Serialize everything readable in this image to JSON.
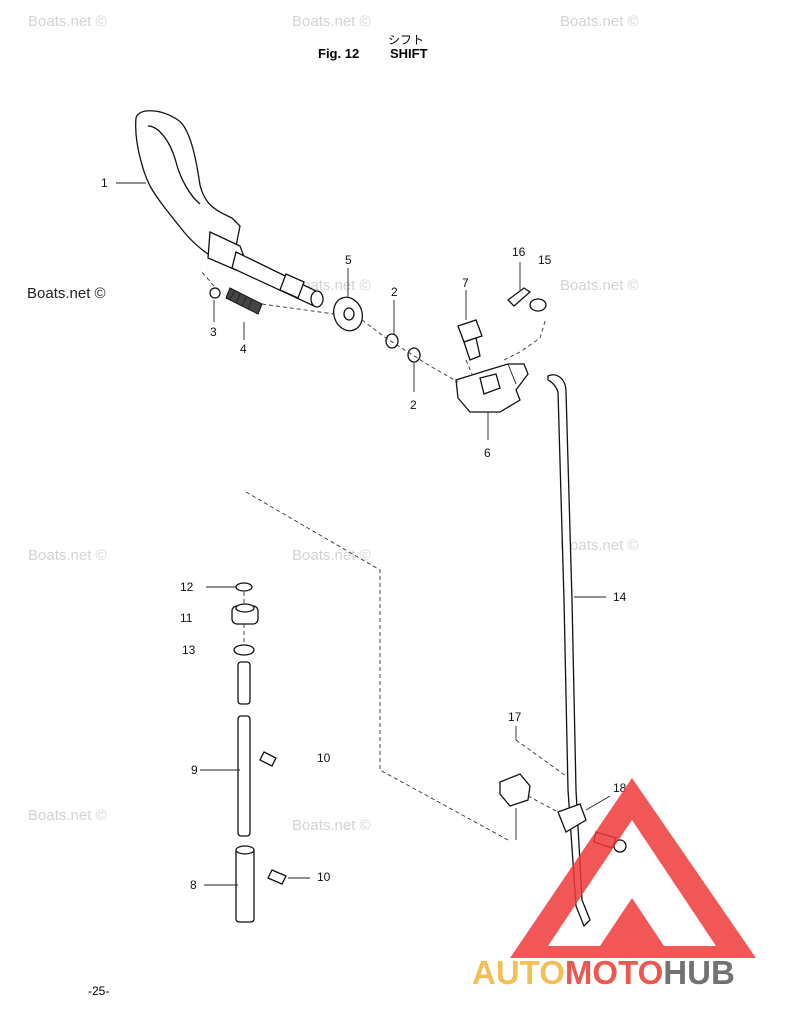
{
  "header": {
    "japanese_title": "シフト",
    "fig_label": "Fig. 12",
    "title": "SHIFT"
  },
  "watermark": {
    "text": "Boats.net ©"
  },
  "callouts": {
    "c1": "1",
    "c2a": "2",
    "c2b": "2",
    "c3": "3",
    "c4": "4",
    "c5": "5",
    "c6": "6",
    "c7": "7",
    "c8": "8",
    "c9": "9",
    "c10a": "10",
    "c10b": "10",
    "c11": "11",
    "c12": "12",
    "c13": "13",
    "c14": "14",
    "c15": "15",
    "c16": "16",
    "c17": "17",
    "c18": "18"
  },
  "footer": {
    "page_number": "-25-"
  },
  "logo": {
    "part1": "AUTO",
    "part2": "MOTO",
    "part3": "HUB",
    "colors": {
      "auto": "#f1b53a",
      "moto": "#ec3a33",
      "hub": "#5a5a5a",
      "triangle": "#ef3a3a"
    }
  }
}
